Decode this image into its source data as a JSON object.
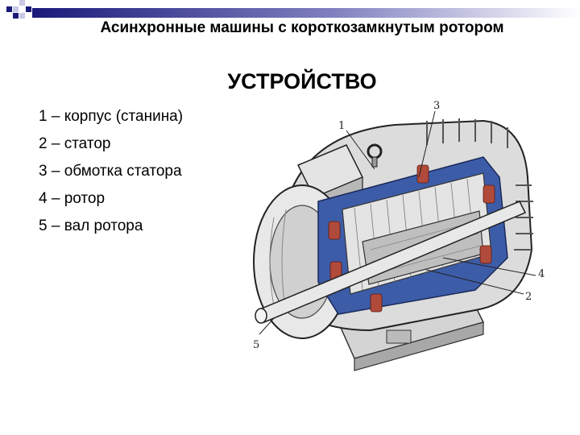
{
  "slide": {
    "title": "Асинхронные машины с короткозамкнутым ротором",
    "subtitle": "УСТРОЙСТВО",
    "legend": [
      "1 – корпус (станина)",
      "2 – статор",
      "3 – обмотка статора",
      "4 – ротор",
      "5 – вал ротора"
    ]
  },
  "figure": {
    "callouts": [
      "1",
      "2",
      "3",
      "4",
      "5"
    ],
    "icon": "motor-cutaway-illustration"
  },
  "colors": {
    "accent": "#1a1a7a",
    "accent_light": "#c8c8e8",
    "cut_blue": "#3d5ca8",
    "winding": "#b04a3a",
    "metal": "#cfcfcf"
  }
}
